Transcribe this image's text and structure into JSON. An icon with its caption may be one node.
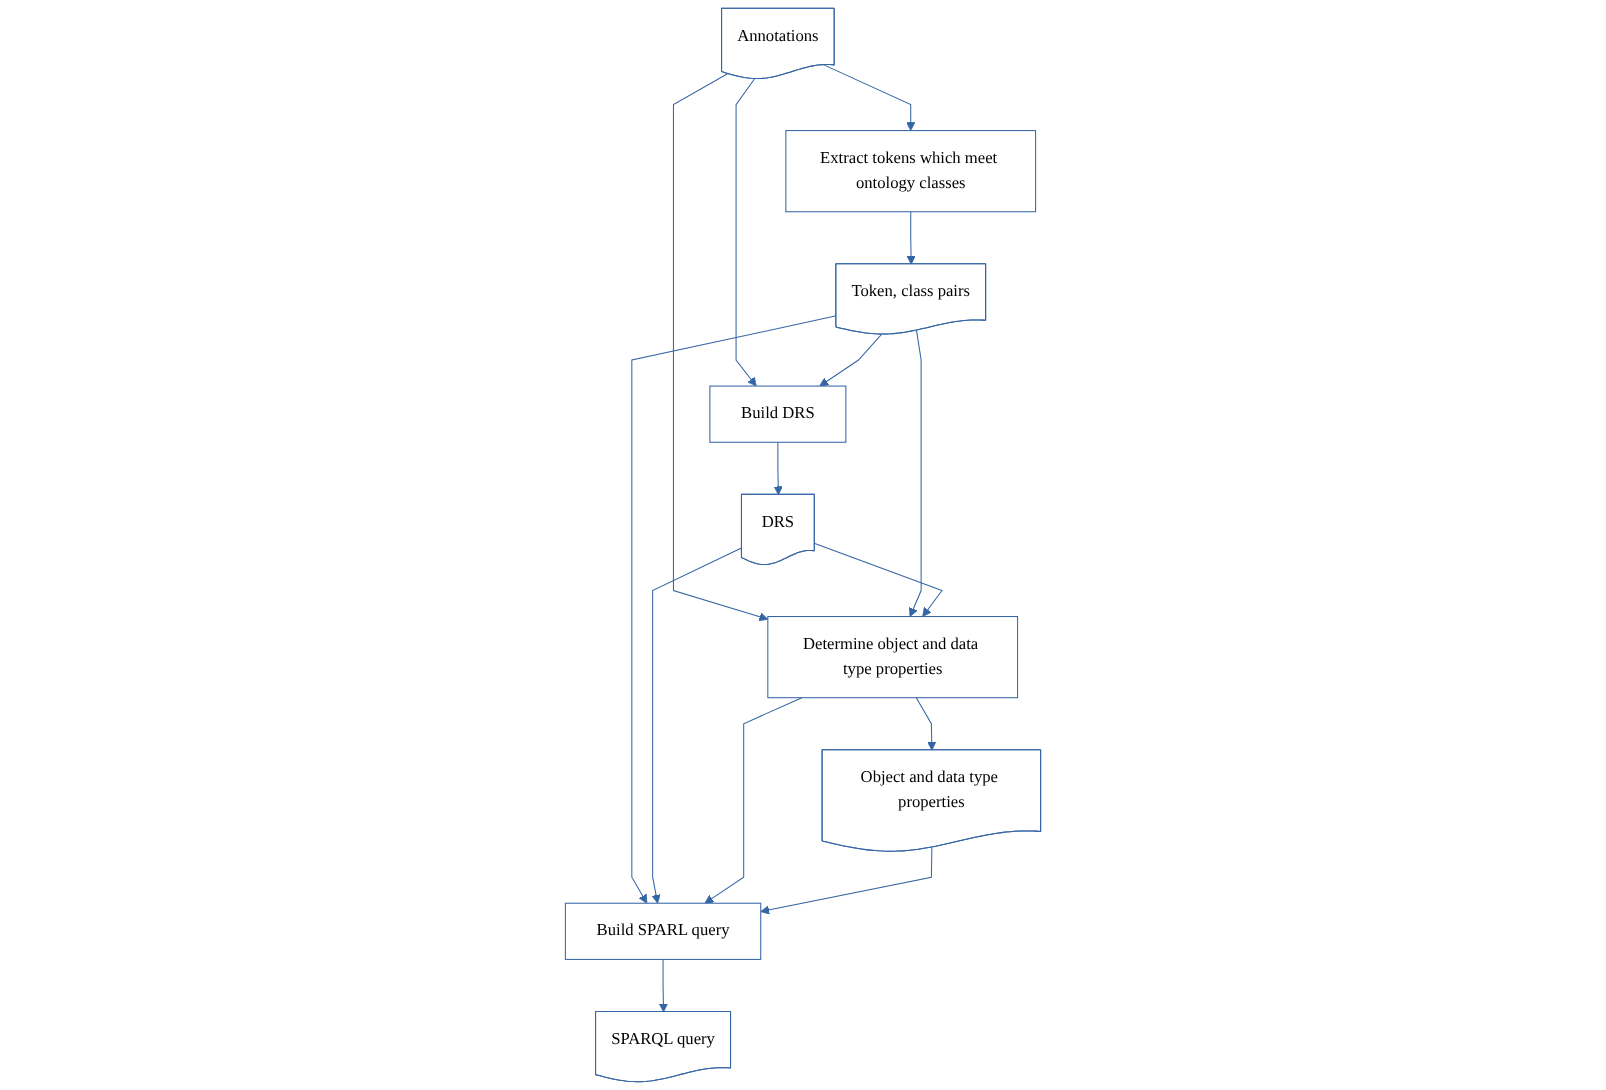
{
  "diagram": {
    "nodes": [
      {
        "text": [
          "Annotations"
        ]
      },
      {
        "text": [
          "Extract tokens which meet ontology classes"
        ]
      },
      {
        "text": [
          "Token, class pairs"
        ]
      },
      {
        "text": [
          "Build DRS"
        ]
      },
      {
        "text": [
          "DRS"
        ]
      },
      {
        "text": [
          "Determine object and data type properties"
        ]
      },
      {
        "text": [
          "Object and data type properties"
        ]
      },
      {
        "text": [
          "Build SPARL query"
        ]
      },
      {
        "text": [
          "SPARQL query"
        ]
      }
    ],
    "edges": [
      {
        "from": 0,
        "to": 1,
        "arrow": "to"
      },
      {
        "from": 0,
        "to": 3,
        "arrow": "to"
      },
      {
        "from": 0,
        "to": 5,
        "arrow": "to"
      },
      {
        "from": 1,
        "to": 2,
        "arrow": "to"
      },
      {
        "from": 2,
        "to": 3,
        "arrow": "to"
      },
      {
        "from": 2,
        "to": 5,
        "arrow": "to"
      },
      {
        "from": 2,
        "to": 7,
        "arrow": "to"
      },
      {
        "from": 3,
        "to": 4,
        "arrow": "to"
      },
      {
        "from": 4,
        "to": 5,
        "arrow": "to"
      },
      {
        "from": 4,
        "to": 7,
        "arrow": "to"
      },
      {
        "from": 5,
        "to": 6,
        "arrow": "to"
      },
      {
        "from": 5,
        "to": 7,
        "arrow": "to"
      },
      {
        "from": 6,
        "to": 7,
        "arrow": "to"
      },
      {
        "from": 7,
        "to": 8,
        "arrow": "to"
      }
    ]
  }
}
